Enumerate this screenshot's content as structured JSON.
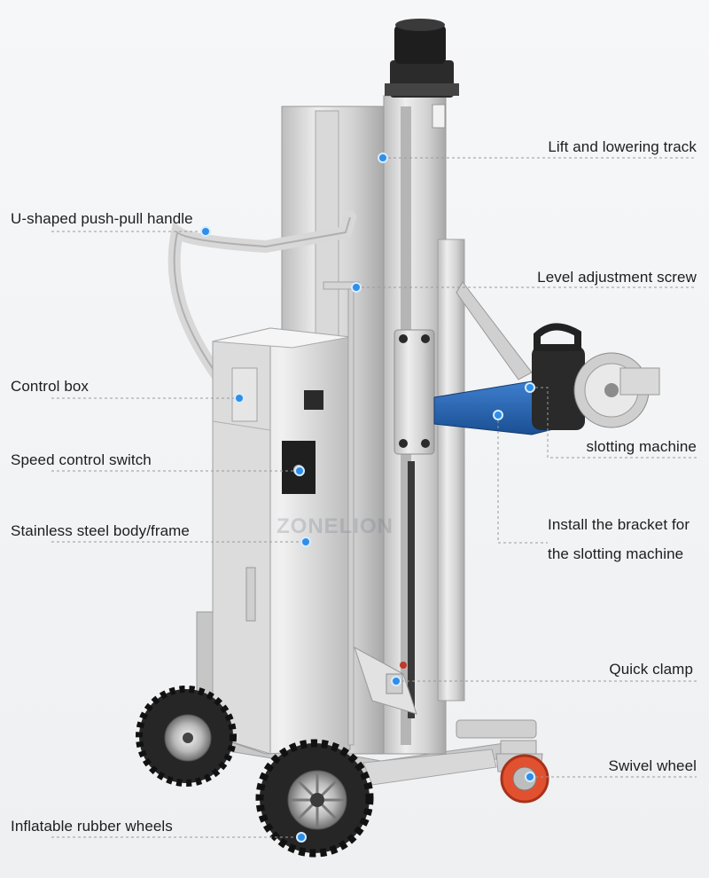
{
  "watermark": "ZONELION",
  "colors": {
    "marker": "#2f8ee8",
    "leader_line": "#9a9a9a",
    "steel_light": "#e4e4e4",
    "steel_dark": "#a9a9a9",
    "motor_blue": "#1f5fa8",
    "tire": "#2a2a2a",
    "caster_red": "#d9432f"
  },
  "labels": {
    "lift_track": "Lift and lowering track",
    "handle": "U-shaped push-pull handle",
    "level_screw": "Level adjustment screw",
    "control_box": "Control box",
    "slotting_machine": "slotting machine",
    "speed_switch": "Speed control switch",
    "body_frame": "Stainless steel body/frame",
    "bracket_line1": "Install the bracket for",
    "bracket_line2": "the slotting machine",
    "quick_clamp": "Quick clamp",
    "swivel_wheel": "Swivel wheel",
    "rubber_wheels": "Inflatable rubber wheels"
  }
}
